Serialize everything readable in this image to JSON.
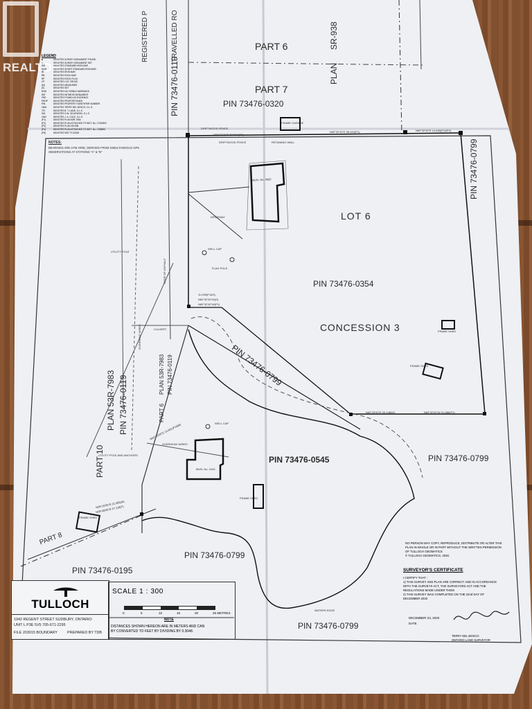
{
  "watermark": {
    "text": "REALTOR"
  },
  "legend": {
    "title": "LEGEND",
    "rows": [
      {
        "code": "■",
        "desc": "DENOTES SURVEY MONUMENT FOUND"
      },
      {
        "code": "□",
        "desc": "DENOTES SURVEY MONUMENT SET"
      },
      {
        "code": "SIB",
        "desc": "DENOTES STANDARD IRON BAR"
      },
      {
        "code": "SSIB",
        "desc": "DENOTES SHORT STANDARD IRON BAR"
      },
      {
        "code": "IB",
        "desc": "DENOTES IRON BAR"
      },
      {
        "code": "RB",
        "desc": "DENOTES ROCK BAR"
      },
      {
        "code": "RP",
        "desc": "DENOTES ROCK PLUG"
      },
      {
        "code": "CP",
        "desc": "DENOTES CUT CROSS"
      },
      {
        "code": "(M)",
        "desc": "DENOTES MEASURED"
      },
      {
        "code": "(S)",
        "desc": "DENOTES SET"
      },
      {
        "code": "NVM",
        "desc": "DENOTES NO VISIBLE MARKINGS"
      },
      {
        "code": "WIT",
        "desc": "DENOTES WITNESS MONUMENT"
      },
      {
        "code": "FNE",
        "desc": "DENOTES FOUND NO EVIDENCE"
      },
      {
        "code": "PROP",
        "desc": "DENOTES PROPORTIONED"
      },
      {
        "code": "PIN",
        "desc": "DENOTES PROPERTY IDENTIFIER NUMBER"
      },
      {
        "code": "1606",
        "desc": "DENOTES TERRY DEL BOSCO, O.L.S."
      },
      {
        "code": "707",
        "desc": "DENOTES B. T. LANE, O.L.S."
      },
      {
        "code": "943",
        "desc": "DENOTES G.M. DIOLEWSKI, O.L.S."
      },
      {
        "code": "1542",
        "desc": "DENOTES J. A. COLE, O.L.S."
      },
      {
        "code": "(P1)",
        "desc": "DENOTES PLAN 53R-7983"
      },
      {
        "code": "(P2)",
        "desc": "DENOTES PLAN ATTACHED TO INST. No. LT200602"
      },
      {
        "code": "(P3)",
        "desc": "DENOTES PLAN SR-938"
      },
      {
        "code": "(P4)",
        "desc": "DENOTES PLAN ATTACHED TO INST. No. LT58590"
      },
      {
        "code": "(P5)",
        "desc": "DENOTES SEE TS 32062"
      }
    ]
  },
  "notes": {
    "heading": "NOTES:",
    "line1": "BEARINGS ARE UTM GRID, DERIVED FROM SIMULTANEOUS GPS",
    "line2": "OBSERVATIONS AT STATIONS \"A\" & \"B\""
  },
  "map_labels": {
    "part6_top": "PART 6",
    "part7": "PART 7",
    "plan": "PLAN",
    "sr938": "SR-938",
    "pin_0320": "PIN 73476-0320",
    "pin_0119_top": "PIN 73476-0119",
    "registered_plan": "REGISTERED P",
    "travelled_road": "TRAVELLED RO",
    "lot6": "LOT 6",
    "pin_0354": "PIN 73476-0354",
    "concession3": "CONCESSION 3",
    "pin_0799_right": "PIN 73476-0799",
    "pin_0799_road": "PIN 73476-0799",
    "pin_0545": "PIN 73476-0545",
    "pin_0799_lower_right": "PIN 73476-0799",
    "pin_0799_lower": "PIN 73476-0799",
    "pin_0799_bottom": "PIN 73476-0799",
    "pin_0195": "PIN 73476-0195",
    "part10": "PART 10",
    "plan53r_left": "PLAN 53R-7983",
    "pin_0119_left": "PIN 73476-0119",
    "plan53r_mid": "PLAN 53R-7983",
    "part6_mid": "PART 6",
    "pin_0119_mid": "PIN 73476-0119",
    "part8": "PART 8",
    "mun_4083": "MUN. No. 4083",
    "mun_4104": "MUN. No. 4104",
    "driveway": "DRIVEWAY",
    "well_cap_top": "WELL CAP",
    "flag_pole": "FLAG POLE",
    "well_cap_mid": "WELL CAP",
    "utility_pole": "UTILITY POLE",
    "utility_pole_anchors": "UTILITY POLE AND ANCHORS",
    "overhead_wires_left": "OVERHEAD WIRES",
    "overhead_wires_mid": "OVERHEAD WIRES",
    "culvert": "CULVERT",
    "edge_of_asphalt": "EDGE OF ASPHALT",
    "frame_garage": "FRAME GARAGE",
    "frame_shed_1": "FRAME SHED",
    "frame_shed_2": "FRAME SHED",
    "frame_shed_3": "FRAME SHED",
    "frame_shed_4": "FRAME SHED",
    "retaining_wall": "RETAINING WALL",
    "driftwood_fence_1": "DRIFTWOOD FENCE",
    "driftwood_fence_2": "DRIFTWOOD FENCE",
    "waters_edge": "WATERS EDGE",
    "brg_1": "N69°32'30\"E 58.591(P1)",
    "brg_2": "N69°32'30\"E 56.522(P1)",
    "brg_3": "N69°32'30\"E 14.830(P1&P2)",
    "brg_4": "11.095(P1&S)",
    "brg_5": "N69°32'30\"W(S)",
    "brg_6": "N69°32'30\"W(P1)",
    "brg_7": "N69°29'00\"E 33.148(M)",
    "brg_8": "N69°32'00\"W 31.886(P1)",
    "brg_9": "N69°15'00\"E 21.085(M)",
    "brg_10": "N69°48'00\"E 27.118(P)",
    "brg_11": "N64°43'00\"E 14.801(P1&M)"
  },
  "title_block": {
    "company": "TULLOCH",
    "address1": "1942 REGENT STREET   SUDBURY, ONTARIO",
    "address2": "UNIT L    P3E 5V5        705-671-2295",
    "file": "FILE 203015 BOUNDARY",
    "prepared": "PREPARED BY TDB"
  },
  "scale": {
    "label": "SCALE  1 : 300",
    "ticks": [
      "0",
      "5",
      "10",
      "15",
      "20",
      "25 METRES"
    ],
    "note_heading": "NOTE",
    "note1": "DISTANCES SHOWN HEREON ARE IN METERS AND CAN",
    "note2": "BY CONVERTED TO FEET BY DIVIDING BY 0.3048."
  },
  "copyright": {
    "line1": "NO PERSON MAY COPY, REPRODUCE, DISTRIBUTE OR ALTER THIS",
    "line2": "PLAN IN WHOLE OR IN PART WITHOUT THE WRITTEN PERMISSION",
    "line3": "OF TULLOCH GEOMATICS",
    "line4": "© TULLOCH GEOMATICS, 2020."
  },
  "certificate": {
    "title": "SURVEYOR'S CERTIFICATE",
    "line1": "I CERTIFY THAT :",
    "line2": "1) THIS SURVEY AND PLAN ARE CORRECT AND IN ACCORDANCE",
    "line3": "   WITH THE SURVEYS ACT, THE SURVEYORS ACT AND THE",
    "line4": "   REGULATIONS MADE UNDER THEM",
    "line5": "2) THIS SURVEY WAS COMPLETED ON THE 22nd DAY OF",
    "line6": "   DECEMBER 2020",
    "date": "DECEMBER 23, 2020",
    "date_label": "DATE",
    "surveyor": "TERRY DEL BOSCO",
    "surveyor_title": "ONTARIO LAND SURVEYOR"
  }
}
